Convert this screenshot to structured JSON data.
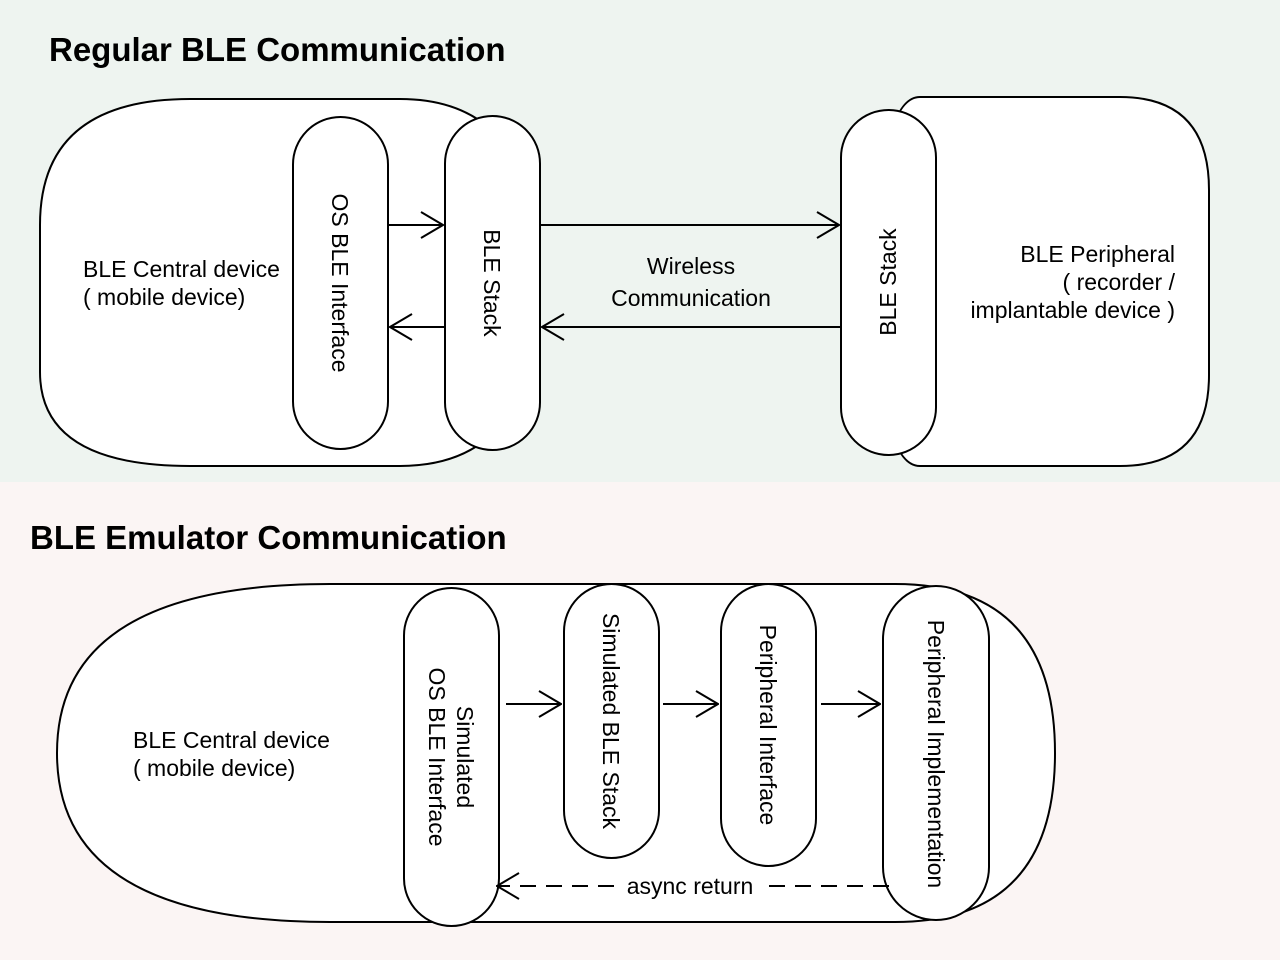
{
  "colors": {
    "top_panel_bg": "#eef4f0",
    "bottom_panel_bg": "#fbf5f4",
    "stroke": "#000000",
    "fill": "#ffffff"
  },
  "regular": {
    "title": "Regular BLE Communication",
    "central_line1": "BLE Central device",
    "central_line2": "( mobile device)",
    "os_ble_interface": "OS BLE Interface",
    "ble_stack_left": "BLE Stack",
    "wireless_line1": "Wireless",
    "wireless_line2": "Communication",
    "ble_stack_right": "BLE Stack",
    "peripheral_line1": "BLE Peripheral",
    "peripheral_line2": "( recorder /",
    "peripheral_line3": "implantable device )"
  },
  "emulator": {
    "title": "BLE Emulator Communication",
    "central_line1": "BLE Central device",
    "central_line2": "( mobile device)",
    "sim_os_line1": "Simulated",
    "sim_os_line2": "OS BLE Interface",
    "sim_ble_stack": "Simulated BLE Stack",
    "peripheral_interface": "Peripheral Interface",
    "peripheral_implementation": "Peripheral Implementation",
    "async_return": "async return"
  }
}
